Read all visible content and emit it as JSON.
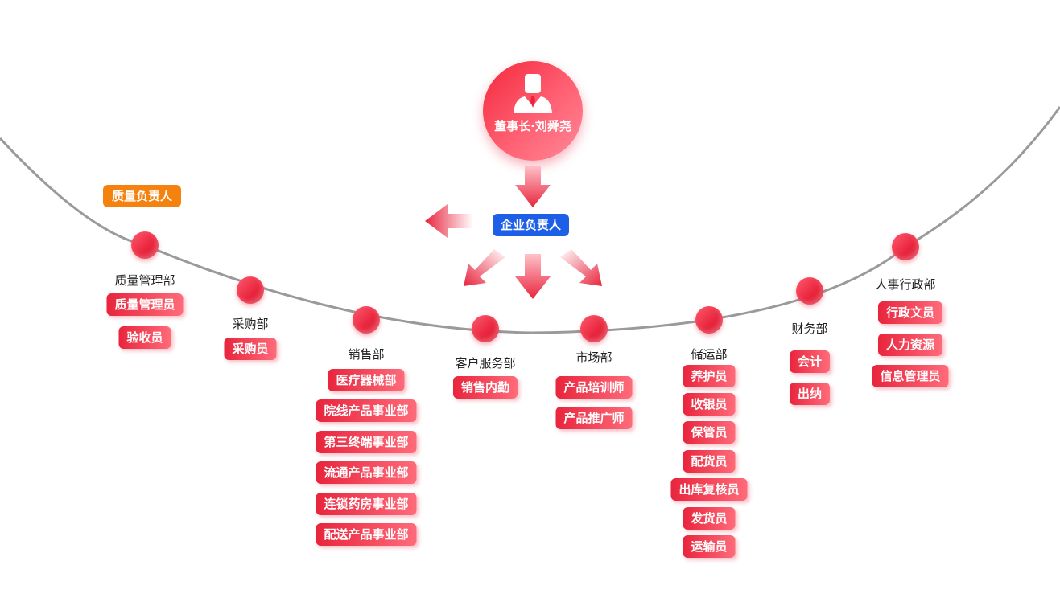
{
  "ceo": {
    "label": "董事长·刘舜尧",
    "icon": "person-icon"
  },
  "quality_owner": "质量负责人",
  "enterprise_owner": "企业负责人",
  "departments": [
    {
      "key": "quality",
      "name": "质量管理部",
      "roles": [
        "质量管理员",
        "验收员"
      ]
    },
    {
      "key": "purchase",
      "name": "采购部",
      "roles": [
        "采购员"
      ]
    },
    {
      "key": "sales",
      "name": "销售部",
      "roles": [
        "医疗器械部",
        "院线产品事业部",
        "第三终端事业部",
        "流通产品事业部",
        "连锁药房事业部",
        "配送产品事业部"
      ]
    },
    {
      "key": "service",
      "name": "客户服务部",
      "roles": [
        "销售内勤"
      ]
    },
    {
      "key": "market",
      "name": "市场部",
      "roles": [
        "产品培训师",
        "产品推广师"
      ]
    },
    {
      "key": "storage",
      "name": "储运部",
      "roles": [
        "养护员",
        "收银员",
        "保管员",
        "配货员",
        "出库复核员",
        "发货员",
        "运输员"
      ]
    },
    {
      "key": "finance",
      "name": "财务部",
      "roles": [
        "会计",
        "出纳"
      ]
    },
    {
      "key": "hr",
      "name": "人事行政部",
      "roles": [
        "行政文员",
        "人力资源",
        "信息管理员"
      ]
    }
  ],
  "colors": {
    "primary_red": "#e8253d",
    "orange": "#f5820f",
    "blue": "#1e5fe8",
    "arc": "#999999"
  }
}
